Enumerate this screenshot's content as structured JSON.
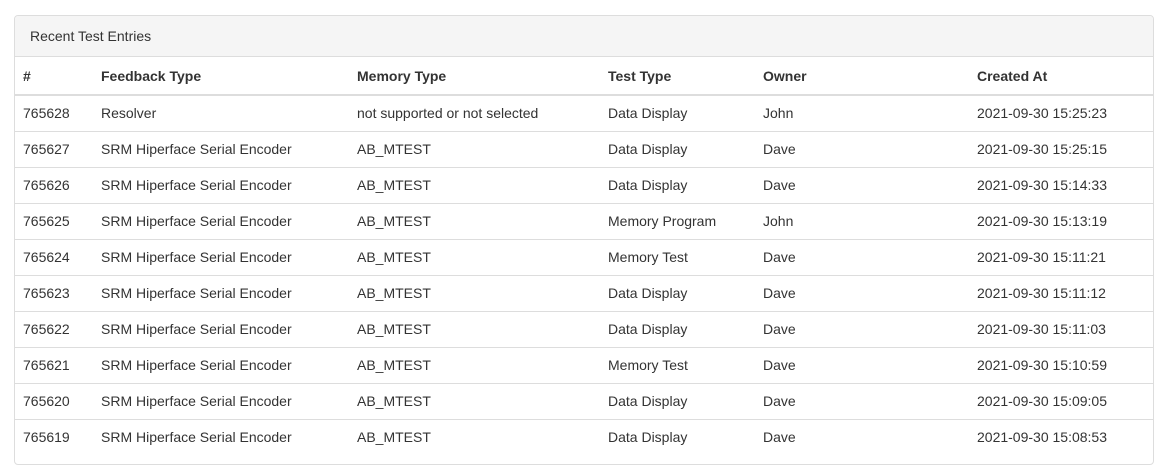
{
  "panel": {
    "title": "Recent Test Entries"
  },
  "table": {
    "headers": [
      "#",
      "Feedback Type",
      "Memory Type",
      "Test Type",
      "Owner",
      "Created At"
    ],
    "rows": [
      [
        "765628",
        "Resolver",
        "not supported or not selected",
        "Data Display",
        "John",
        "2021-09-30 15:25:23"
      ],
      [
        "765627",
        "SRM Hiperface Serial Encoder",
        "AB_MTEST",
        "Data Display",
        "Dave",
        "2021-09-30 15:25:15"
      ],
      [
        "765626",
        "SRM Hiperface Serial Encoder",
        "AB_MTEST",
        "Data Display",
        "Dave",
        "2021-09-30 15:14:33"
      ],
      [
        "765625",
        "SRM Hiperface Serial Encoder",
        "AB_MTEST",
        "Memory Program",
        "John",
        "2021-09-30 15:13:19"
      ],
      [
        "765624",
        "SRM Hiperface Serial Encoder",
        "AB_MTEST",
        "Memory Test",
        "Dave",
        "2021-09-30 15:11:21"
      ],
      [
        "765623",
        "SRM Hiperface Serial Encoder",
        "AB_MTEST",
        "Data Display",
        "Dave",
        "2021-09-30 15:11:12"
      ],
      [
        "765622",
        "SRM Hiperface Serial Encoder",
        "AB_MTEST",
        "Data Display",
        "Dave",
        "2021-09-30 15:11:03"
      ],
      [
        "765621",
        "SRM Hiperface Serial Encoder",
        "AB_MTEST",
        "Memory Test",
        "Dave",
        "2021-09-30 15:10:59"
      ],
      [
        "765620",
        "SRM Hiperface Serial Encoder",
        "AB_MTEST",
        "Data Display",
        "Dave",
        "2021-09-30 15:09:05"
      ],
      [
        "765619",
        "SRM Hiperface Serial Encoder",
        "AB_MTEST",
        "Data Display",
        "Dave",
        "2021-09-30 15:08:53"
      ]
    ]
  },
  "colors": {
    "heading_bg": "#f5f5f5",
    "border": "#dddddd",
    "text": "#333333"
  }
}
